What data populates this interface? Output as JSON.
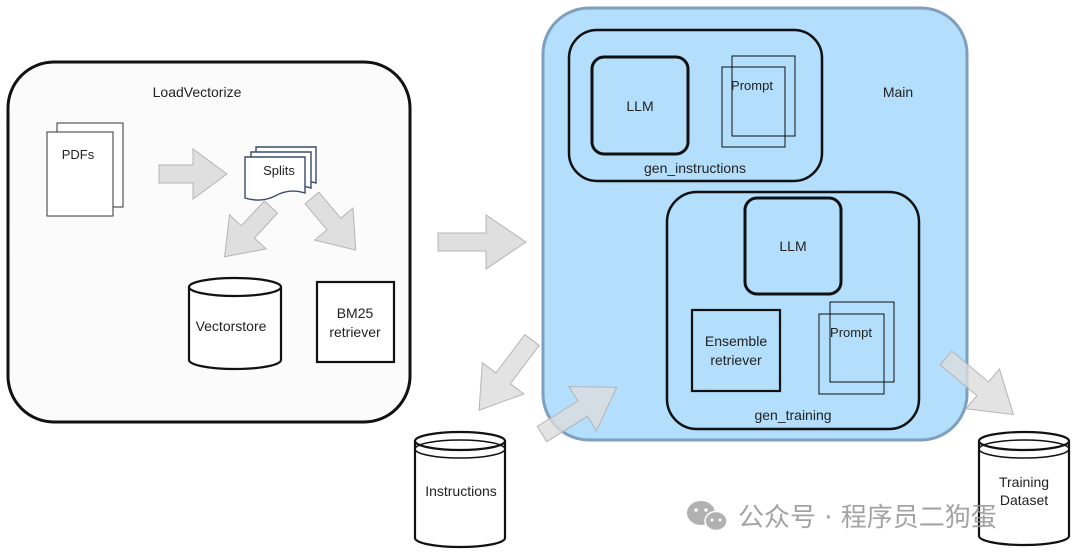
{
  "load_vectorize": {
    "title": "LoadVectorize",
    "pdfs_label": "PDFs",
    "splits_label": "Splits",
    "vectorstore_label": "Vectorstore",
    "bm25_line1": "BM25",
    "bm25_line2": "retriever"
  },
  "main": {
    "title": "Main",
    "gen_instructions": {
      "caption": "gen_instructions",
      "llm_label": "LLM",
      "prompt_label": "Prompt"
    },
    "gen_training": {
      "caption": "gen_training",
      "llm_label": "LLM",
      "ensemble_line1": "Ensemble",
      "ensemble_line2": "retriever",
      "prompt_label": "Prompt"
    }
  },
  "outputs": {
    "instructions_label": "Instructions",
    "training_line1": "Training",
    "training_line2": "Dataset"
  },
  "watermark": {
    "text": "公众号 · 程序员二狗蛋"
  },
  "colors": {
    "main_fill": "#b3defc",
    "main_stroke": "#7f9fbf",
    "arrow_fill": "#dcdcdc",
    "arrow_stroke": "#b5b5b5"
  }
}
